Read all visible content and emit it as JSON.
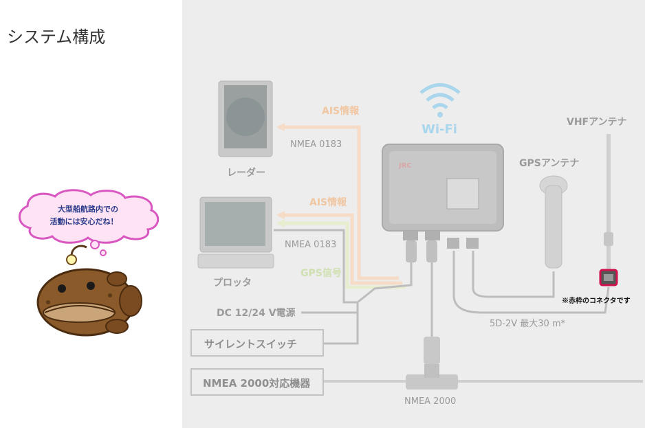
{
  "page": {
    "title": "システム構成"
  },
  "mascot": {
    "speech_line1": "大型船航路内での",
    "speech_line2": "活動には安心だね！"
  },
  "diagram": {
    "labels": {
      "radar": "レーダー",
      "plotter": "プロッタ",
      "ais_info_1": "AIS情報",
      "ais_info_2": "AIS情報",
      "nmea0183_1": "NMEA 0183",
      "nmea0183_2": "NMEA 0183",
      "gps_signal": "GPS信号",
      "wifi": "Wi-Fi",
      "gps_antenna": "GPSアンテナ",
      "vhf_antenna": "VHFアンテナ",
      "dc_power": "DC 12/24 V電源",
      "silent_switch": "サイレントスイッチ",
      "nmea2000_device": "NMEA 2000対応機器",
      "nmea2000": "NMEA 2000",
      "cable": "5D-2V  最大30 m*",
      "brand": "JRC",
      "connector_note": "※赤枠のコネクタです"
    },
    "colors": {
      "highlight": "#d0104c",
      "ais_line": "#f6dcc6",
      "gps_line": "#e6eecf",
      "wifi": "#a9d6ec"
    }
  }
}
